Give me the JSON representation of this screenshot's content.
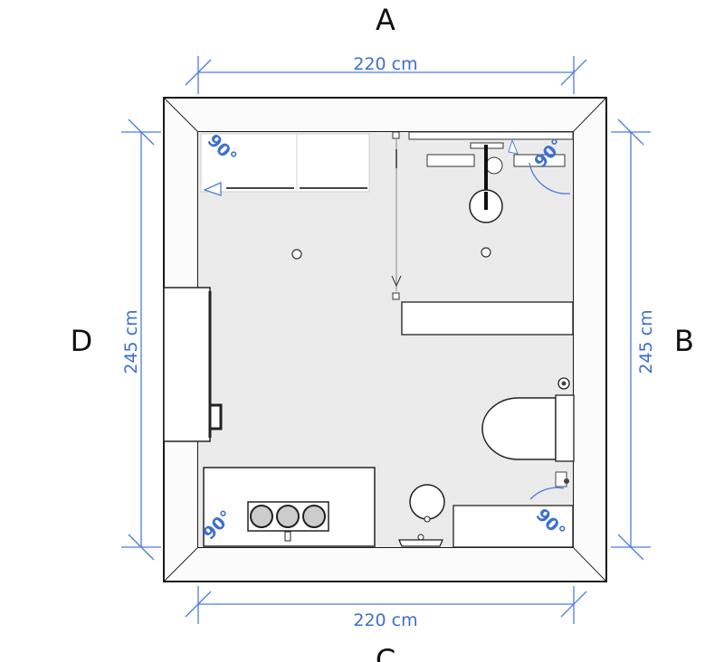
{
  "walls": {
    "top": "A",
    "right": "B",
    "bottom": "C",
    "left": "D"
  },
  "dimensions": {
    "top": "220 cm",
    "bottom": "220 cm",
    "left": "245 cm",
    "right": "245 cm"
  },
  "angles": {
    "top_left": "90°",
    "top_right": "90°",
    "bottom_left": "90°",
    "bottom_right": "90°"
  },
  "colors": {
    "dimension": "#4a7de0",
    "floor": "#ebebeb",
    "wall": "#fbfbfb",
    "outline": "#1a1a1a"
  }
}
